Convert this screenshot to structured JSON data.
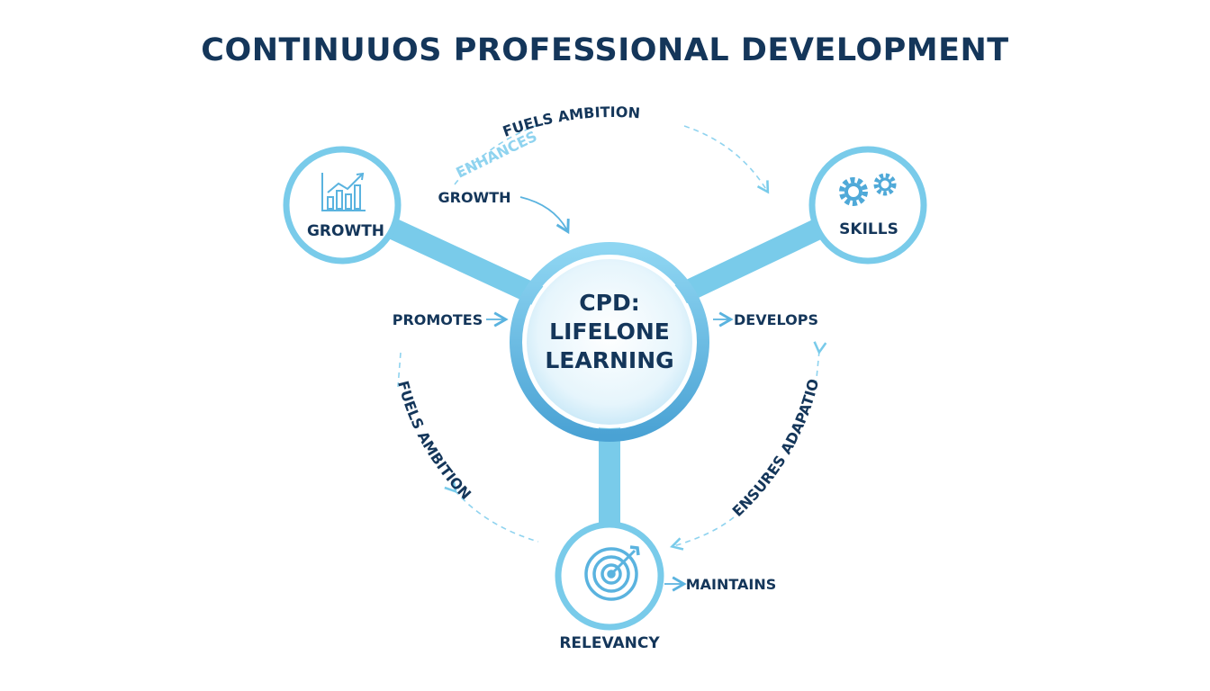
{
  "title": "CONTINUUOS PROFESSIONAL DEVELOPMENT",
  "colors": {
    "accent": "#79cbea",
    "accent_dark": "#4fa9d8",
    "text": "#14365a"
  },
  "center": {
    "line1": "CPD:",
    "line2": "LIFELONE",
    "line3": "LEARNING"
  },
  "nodes": {
    "growth": {
      "label": "GROWTH",
      "icon": "bar-chart-icon"
    },
    "skills": {
      "label": "SKILLS",
      "icon": "gears-icon"
    },
    "relevancy": {
      "label": "RELEVANCY",
      "icon": "target-icon"
    }
  },
  "labels": {
    "enhances": "ENHANCES",
    "fuels_top": "FUELS AMBITION",
    "growth_arrow": "GROWTH",
    "promotes": "PROMOTES",
    "develops": "DEVELOPS",
    "fuels_left": "FUELS AMBITION",
    "ensures": "ENSURES ADAPATION",
    "maintains": "MAINTAINS"
  }
}
